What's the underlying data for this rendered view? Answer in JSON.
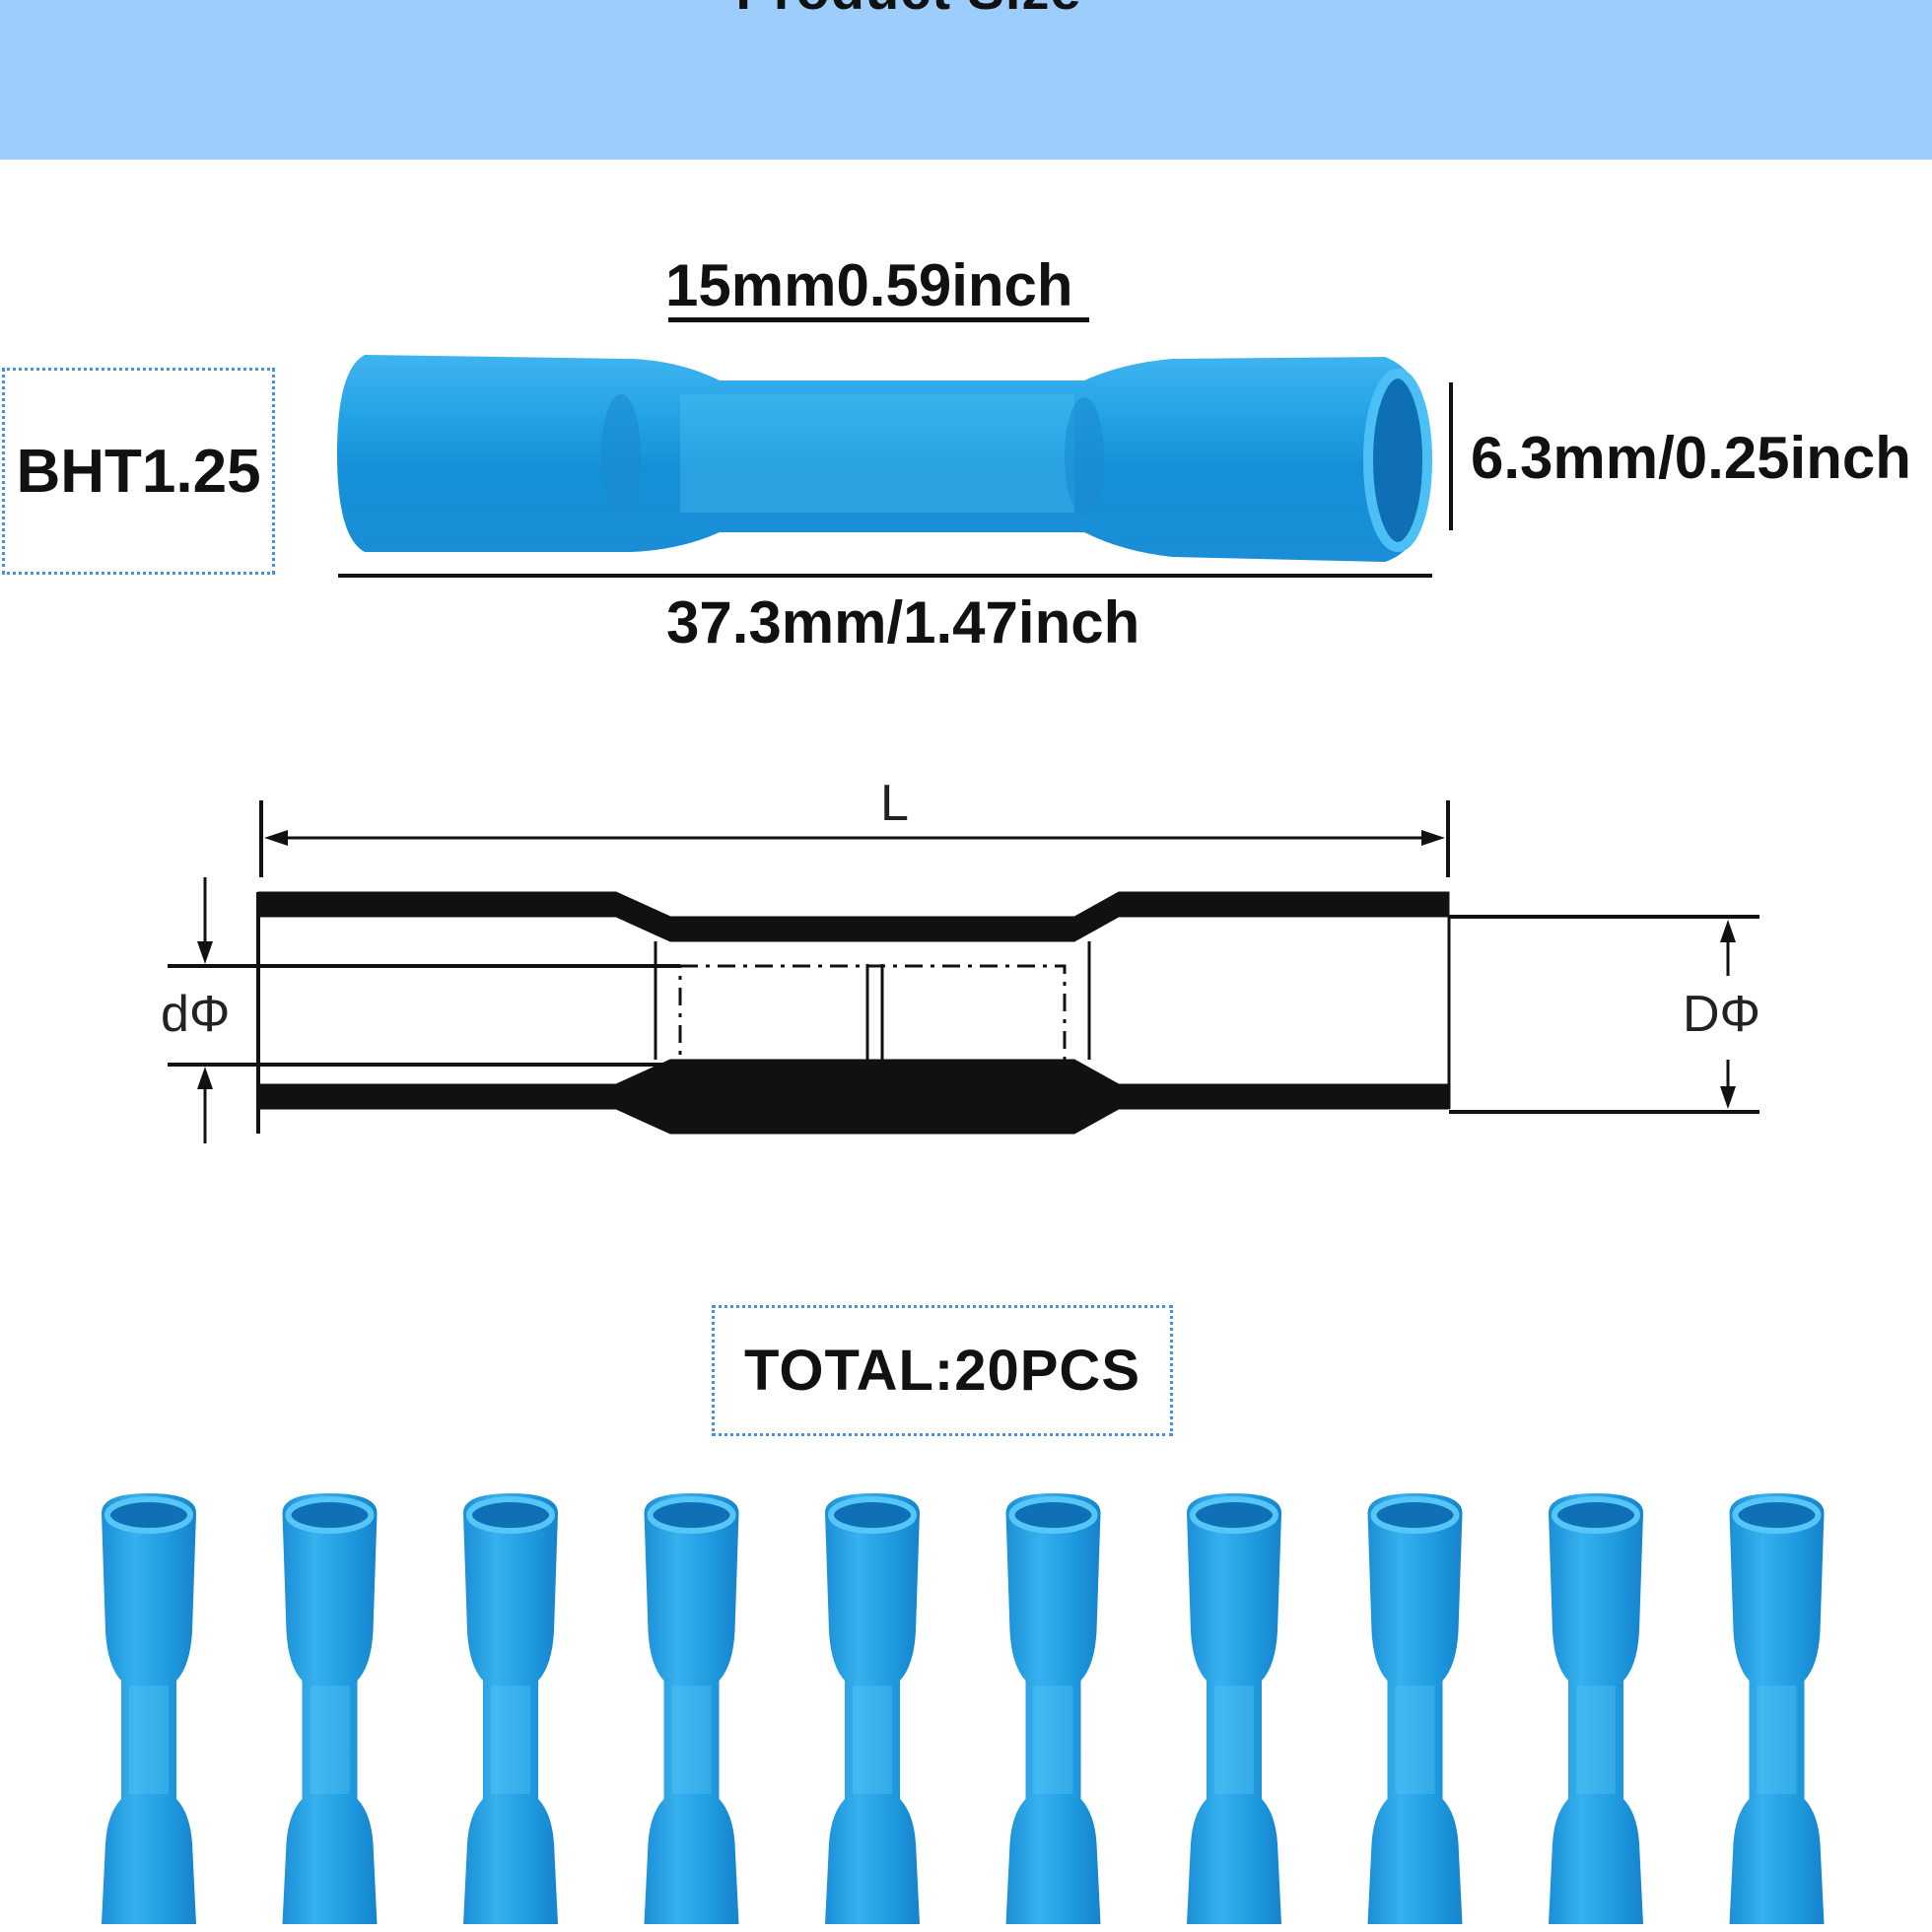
{
  "header": {
    "title": "Product Size"
  },
  "product": {
    "model": "BHT1.25",
    "color": "#29a9e6"
  },
  "dimensions": {
    "crimp_length": "15mm0.59inch",
    "outer_diameter": "6.3mm/0.25inch",
    "total_length": "37.3mm/1.47inch"
  },
  "diagram": {
    "length_label": "L",
    "inner_diameter_label": "dΦ",
    "outer_diameter_label": "DΦ"
  },
  "quantity": {
    "label": "TOTAL:20PCS",
    "shown": 10
  },
  "colors": {
    "header_bg": "#9ccdfb",
    "accent_border": "#4a90e2",
    "ink": "#111111"
  }
}
